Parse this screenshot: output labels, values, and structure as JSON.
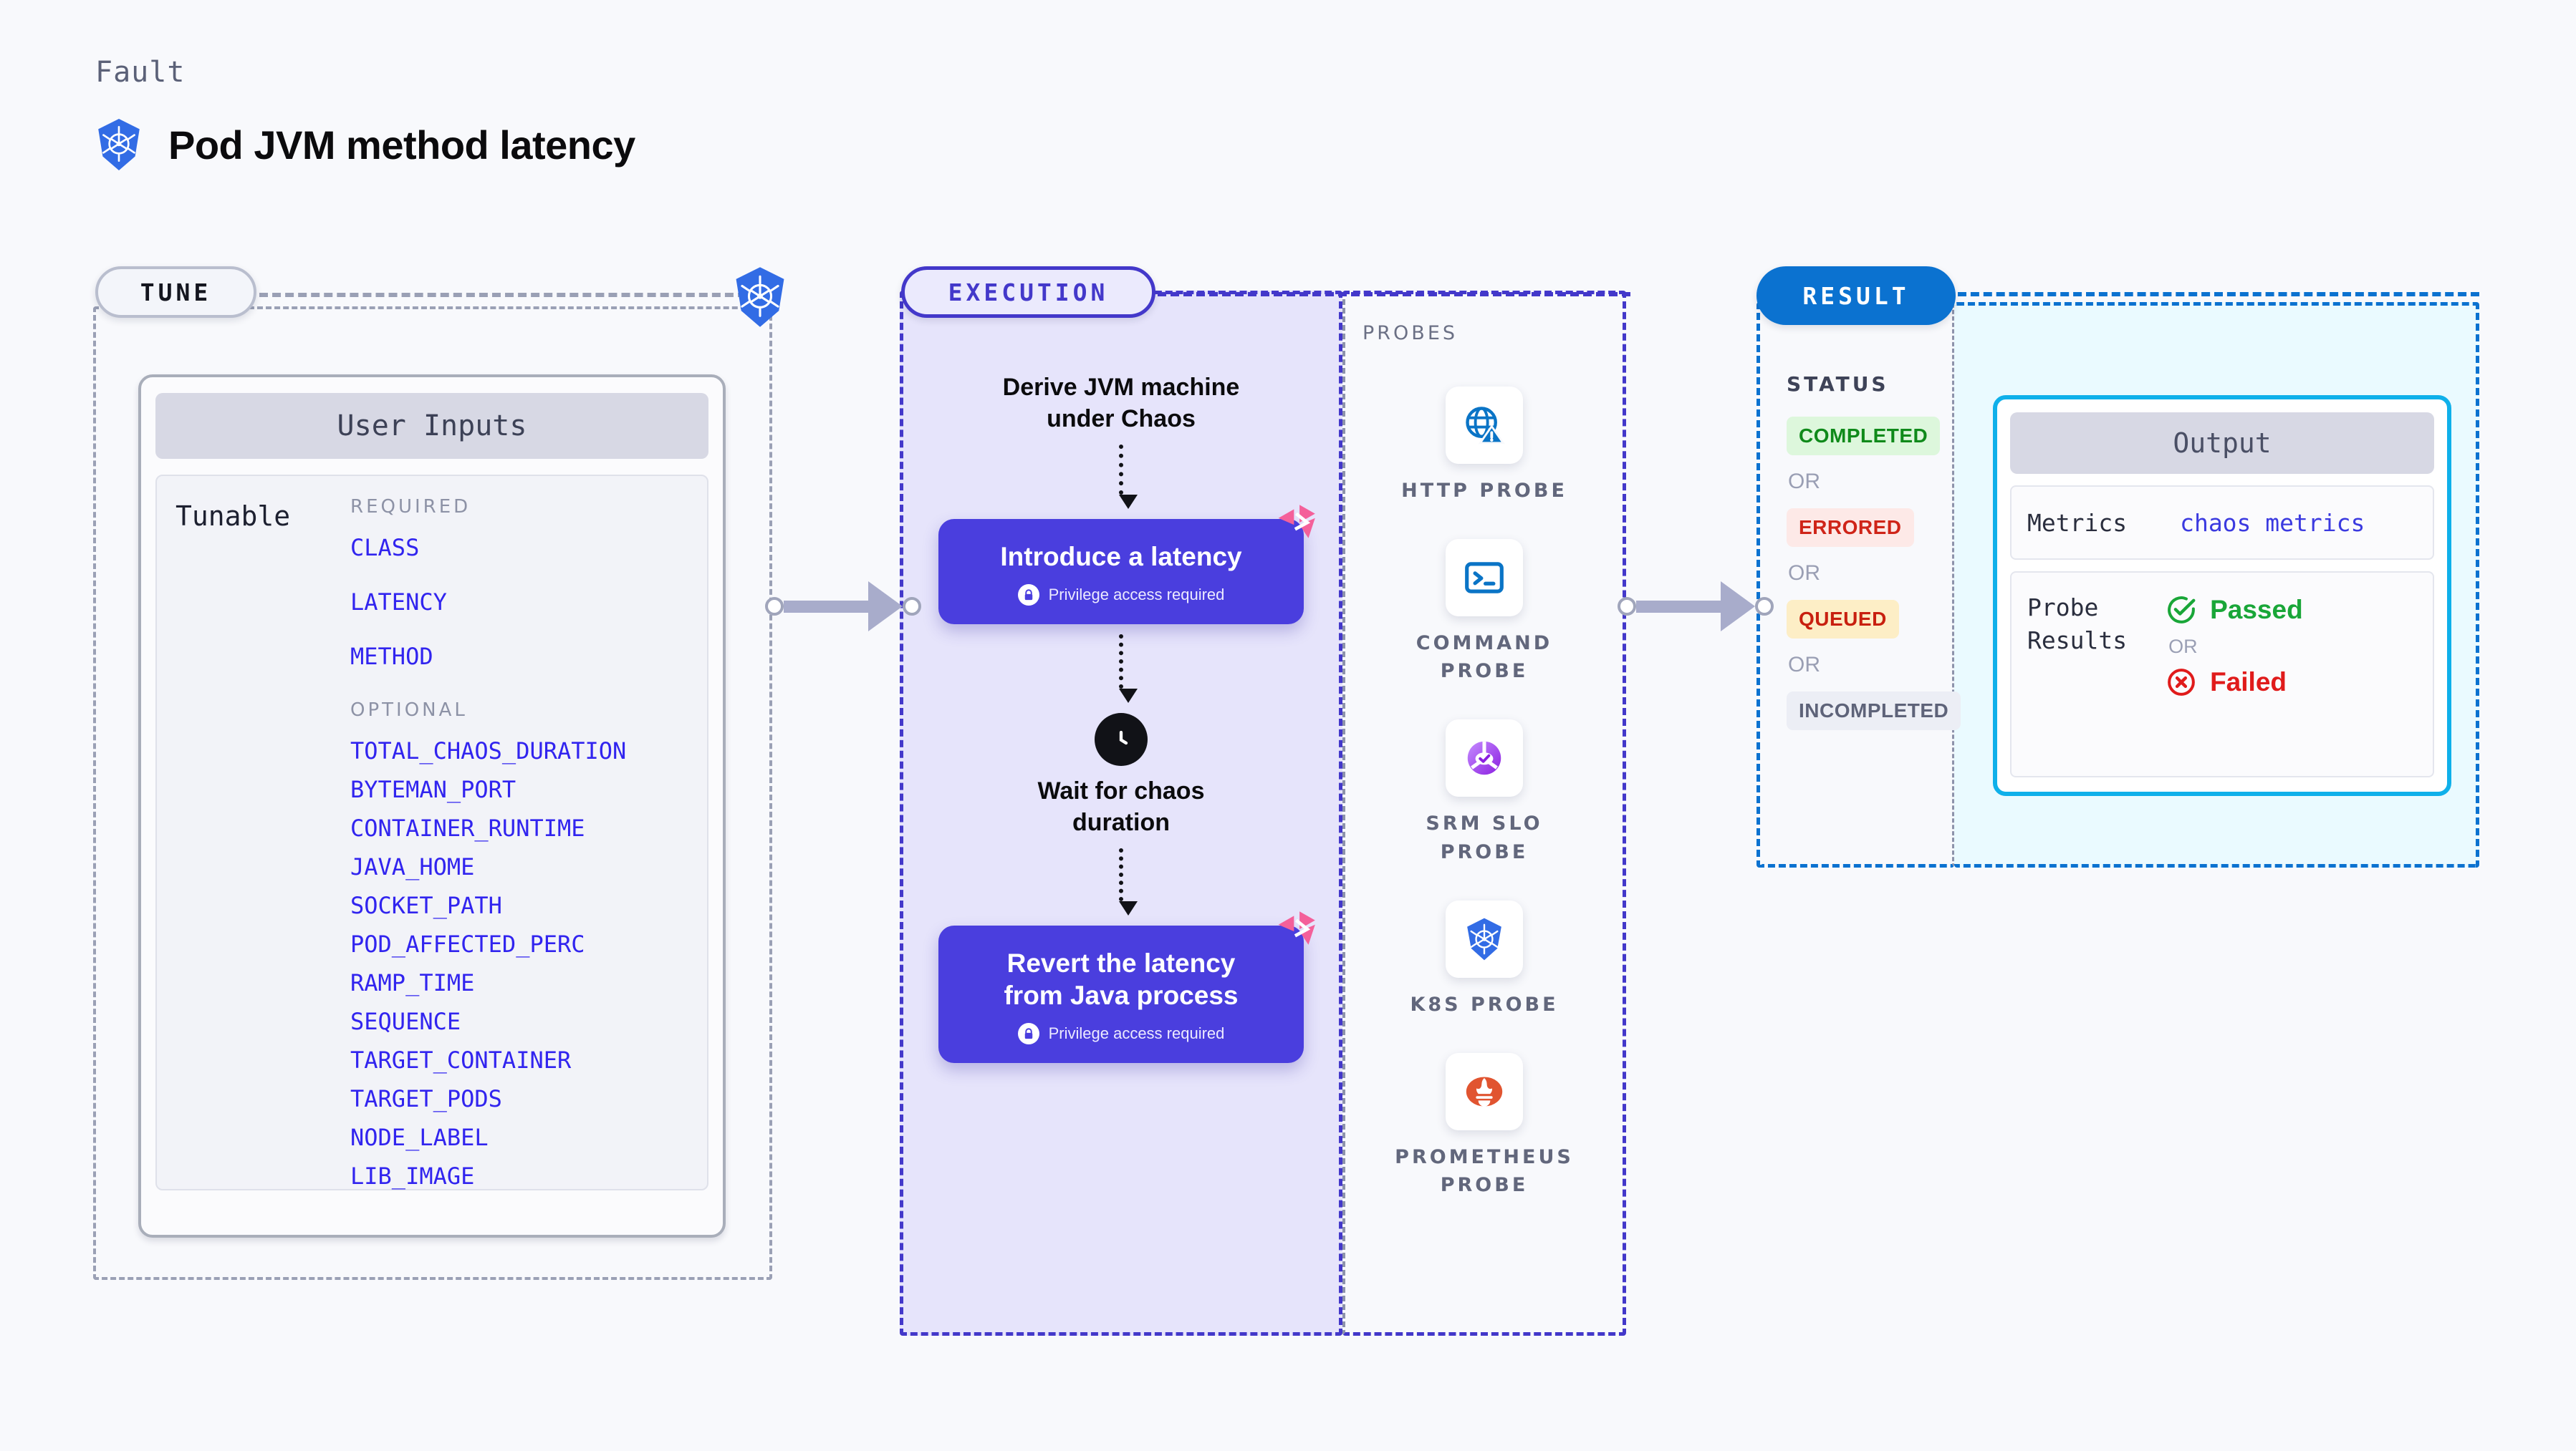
{
  "header": {
    "kicker": "Fault",
    "title": "Pod JVM method latency",
    "icon": "kubernetes-icon"
  },
  "stages": {
    "tune": {
      "pill_label": "TUNE"
    },
    "execution": {
      "pill_label": "EXECUTION"
    },
    "probes": {
      "section_label": "PROBES"
    },
    "result": {
      "pill_label": "RESULT"
    }
  },
  "tune": {
    "card_title": "User Inputs",
    "tunable_label": "Tunable",
    "required_label": "REQUIRED",
    "optional_label": "OPTIONAL",
    "required": [
      "CLASS",
      "LATENCY",
      "METHOD"
    ],
    "optional": [
      "TOTAL_CHAOS_DURATION",
      "BYTEMAN_PORT",
      "CONTAINER_RUNTIME",
      "JAVA_HOME",
      "SOCKET_PATH",
      "POD_AFFECTED_PERC",
      "RAMP_TIME",
      "SEQUENCE",
      "TARGET_CONTAINER",
      "TARGET_PODS",
      "NODE_LABEL",
      "LIB_IMAGE"
    ]
  },
  "execution": {
    "step1_text": "Derive JVM machine\nunder Chaos",
    "card1": {
      "title": "Introduce a latency",
      "subtitle": "Privilege access required"
    },
    "wait_text": "Wait for chaos\nduration",
    "card2": {
      "title": "Revert the latency\nfrom Java process",
      "subtitle": "Privilege access required"
    }
  },
  "probes": [
    {
      "name": "HTTP PROBE",
      "icon": "globe-warning-icon"
    },
    {
      "name": "COMMAND PROBE",
      "icon": "terminal-icon"
    },
    {
      "name": "SRM SLO PROBE",
      "icon": "srm-slo-icon"
    },
    {
      "name": "K8S PROBE",
      "icon": "kubernetes-icon"
    },
    {
      "name": "PROMETHEUS PROBE",
      "icon": "prometheus-icon"
    }
  ],
  "result": {
    "status_label": "STATUS",
    "or_label": "OR",
    "statuses": [
      "COMPLETED",
      "ERRORED",
      "QUEUED",
      "INCOMPLETED"
    ]
  },
  "output": {
    "title": "Output",
    "metrics_label": "Metrics",
    "metrics_value": "chaos metrics",
    "probe_results_label": "Probe\nResults",
    "passed_label": "Passed",
    "or_label": "OR",
    "failed_label": "Failed"
  },
  "colors": {
    "accent_purple": "#4338ca",
    "step_card": "#4a3ede",
    "result_blue": "#0b72d0",
    "output_cyan": "#0fb0ea",
    "param_blue": "#3124ef",
    "pass_green": "#19a638",
    "fail_red": "#e01b1b",
    "litmus_pink": "#f4609a"
  }
}
